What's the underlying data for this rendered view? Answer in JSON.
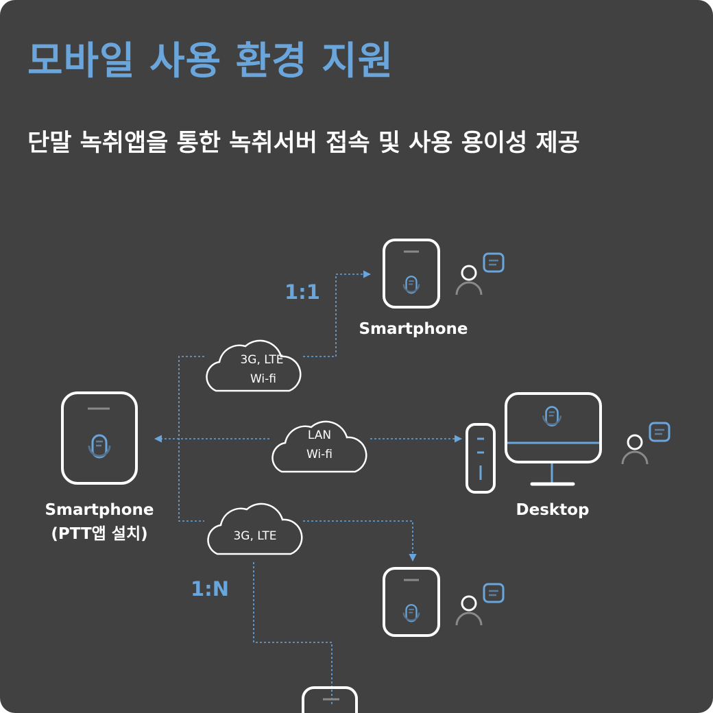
{
  "title": "모바일 사용 환경 지원",
  "subtitle": "단말 녹취앱을 통한 녹취서버 접속 및 사용 용이성 제공",
  "colors": {
    "accent": "#6aa6dc",
    "background": "#414141"
  },
  "diagram": {
    "source": {
      "label": "Smartphone",
      "sublabel": "(PTT앱 설치)"
    },
    "one_to_one": {
      "ratio": "1:1",
      "network": [
        "3G, LTE",
        "Wi-fi"
      ],
      "target": "Smartphone"
    },
    "lan": {
      "network": [
        "LAN",
        "Wi-fi"
      ],
      "target": "Desktop"
    },
    "one_to_n": {
      "ratio": "1:N",
      "network": [
        "3G, LTE"
      ]
    }
  }
}
